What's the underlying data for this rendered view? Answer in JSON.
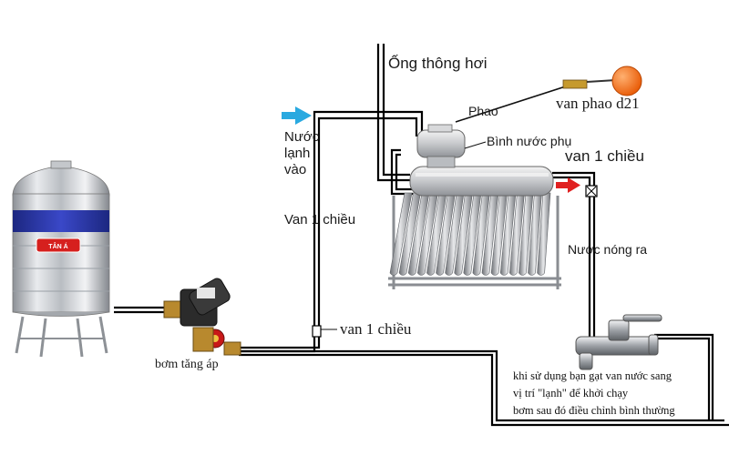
{
  "labels": {
    "vent_pipe": "Ống thông hơi",
    "float_valve": "van phao d21",
    "float": "Phao",
    "aux_tank": "Bình nước phụ",
    "check_valve_top_right": "van 1 chiều",
    "cold_in_line1": "Nước",
    "cold_in_line2": "lạnh",
    "cold_in_line3": "vào",
    "check_valve_left": "Van 1 chiều",
    "hot_out": "Nước nóng ra",
    "check_valve_bottom": "van 1 chiều",
    "pump": "bơm tăng áp",
    "tank_brand": "TÂN Á"
  },
  "instructions": [
    "khi sử dụng bạn gạt van nước sang",
    "vị trí \"lạnh\" để khởi chạy",
    "bơm sau đó điều chỉnh bình thường"
  ],
  "colors": {
    "pipe": "#000000",
    "cold_arrow": "#29a9e0",
    "hot_arrow": "#e02020",
    "tank_band": "#2a36a8",
    "float_ball": "#f36a10",
    "valve_red": "#c81818"
  }
}
